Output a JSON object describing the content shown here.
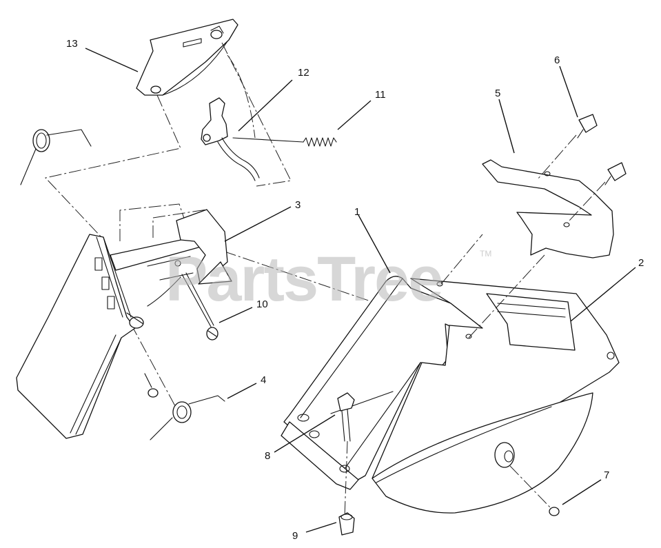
{
  "callouts": {
    "c1": "1",
    "c2": "2",
    "c3": "3",
    "c4": "4",
    "c5": "5",
    "c6": "6",
    "c7": "7",
    "c8": "8",
    "c9": "9",
    "c10": "10",
    "c11": "11",
    "c12": "12",
    "c13": "13"
  },
  "watermark": {
    "text": "PartsTree",
    "trademark": "TM"
  }
}
